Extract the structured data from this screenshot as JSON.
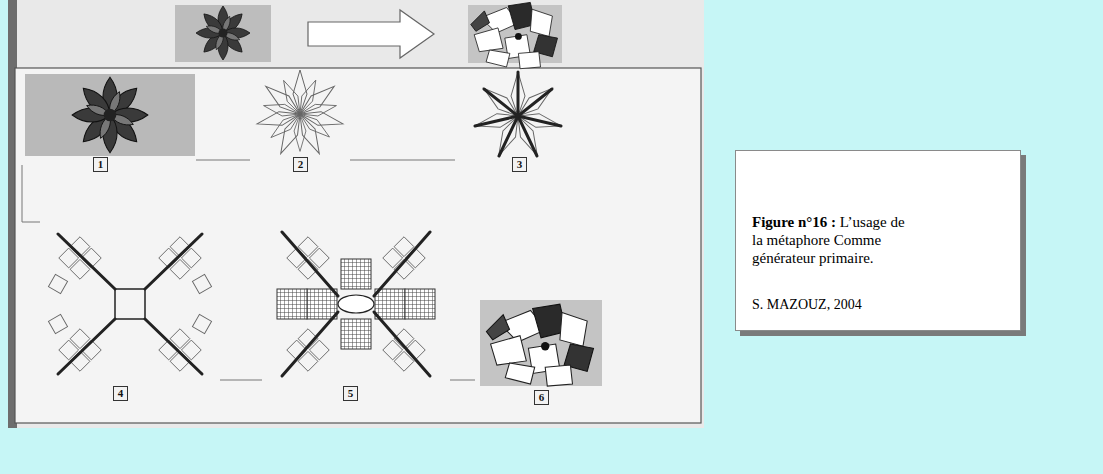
{
  "diagram": {
    "nodes": [
      {
        "text": [
          "1"
        ]
      },
      {
        "text": [
          "2"
        ]
      },
      {
        "text": [
          "3"
        ]
      },
      {
        "text": [
          "4"
        ]
      },
      {
        "text": [
          "5"
        ]
      },
      {
        "text": [
          "6"
        ]
      },
      {
        "text": [
          "Figure n°16 :",
          "L’usage de la métaphore Comme générateur primaire.",
          "S. MAZOUZ, 2004"
        ]
      }
    ]
  }
}
